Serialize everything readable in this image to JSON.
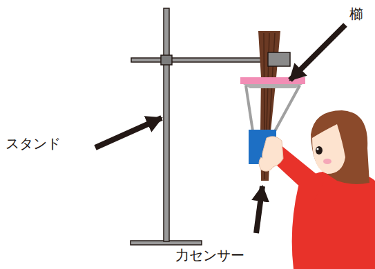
{
  "diagram": {
    "labels": [
      "櫛",
      "スタンド",
      "力センサー"
    ]
  }
}
